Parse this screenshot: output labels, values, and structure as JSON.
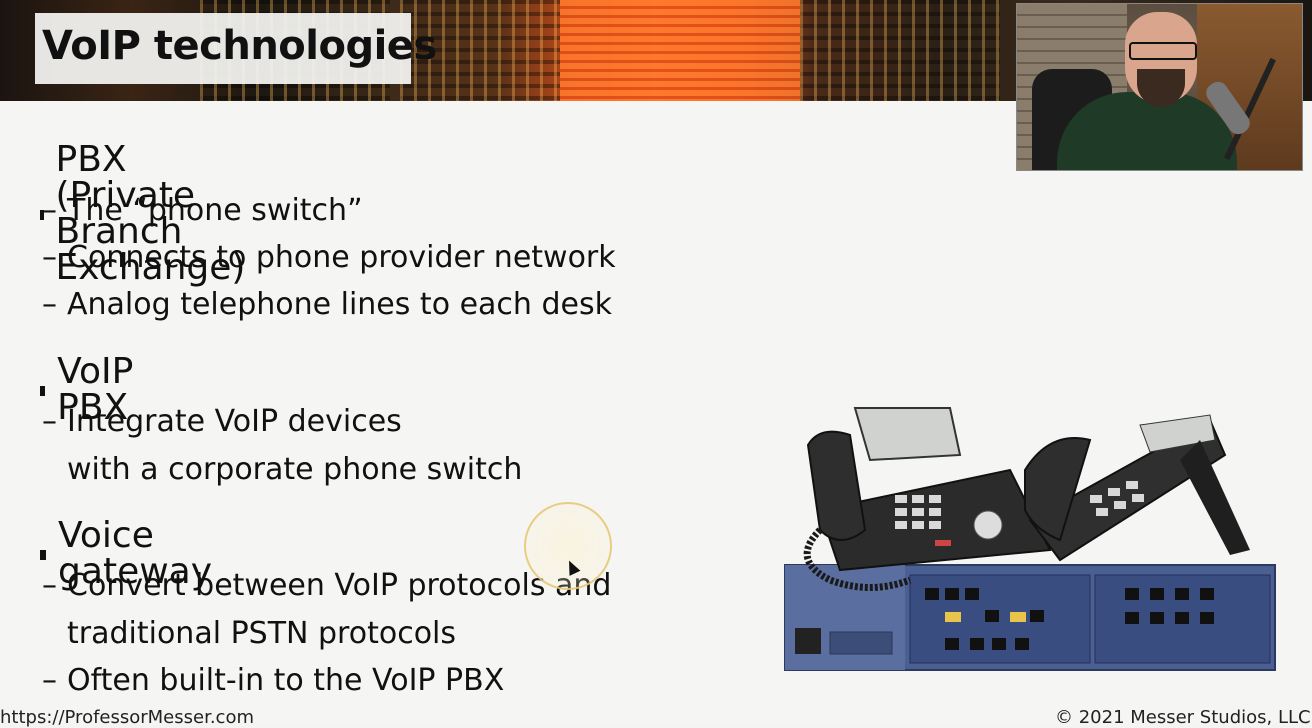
{
  "slide": {
    "title": "VoIP technologies",
    "sections": [
      {
        "heading": "PBX (Private Branch Exchange)",
        "items": [
          [
            "The “phone switch”"
          ],
          [
            "Connects to phone provider network"
          ],
          [
            "Analog telephone lines to each desk"
          ]
        ]
      },
      {
        "heading": "VoIP PBX",
        "items": [
          [
            "Integrate VoIP devices",
            "with a corporate phone switch"
          ]
        ]
      },
      {
        "heading": "Voice gateway",
        "items": [
          [
            "Convert between VoIP protocols and",
            "traditional PSTN protocols"
          ],
          [
            "Often built-in to the VoIP PBX"
          ]
        ]
      }
    ],
    "footer_left": "https://ProfessorMesser.com",
    "footer_right": "© 2021 Messer Studios, LLC"
  },
  "icons": {
    "bullet": "square-bullet-icon",
    "sub_bullet": "dash",
    "cursor": "mouse-pointer-icon"
  },
  "colors": {
    "text": "#111111",
    "background": "#f5f5f3",
    "pbx_chassis": "#4a5f92",
    "phone_body": "#2b2b2b"
  }
}
